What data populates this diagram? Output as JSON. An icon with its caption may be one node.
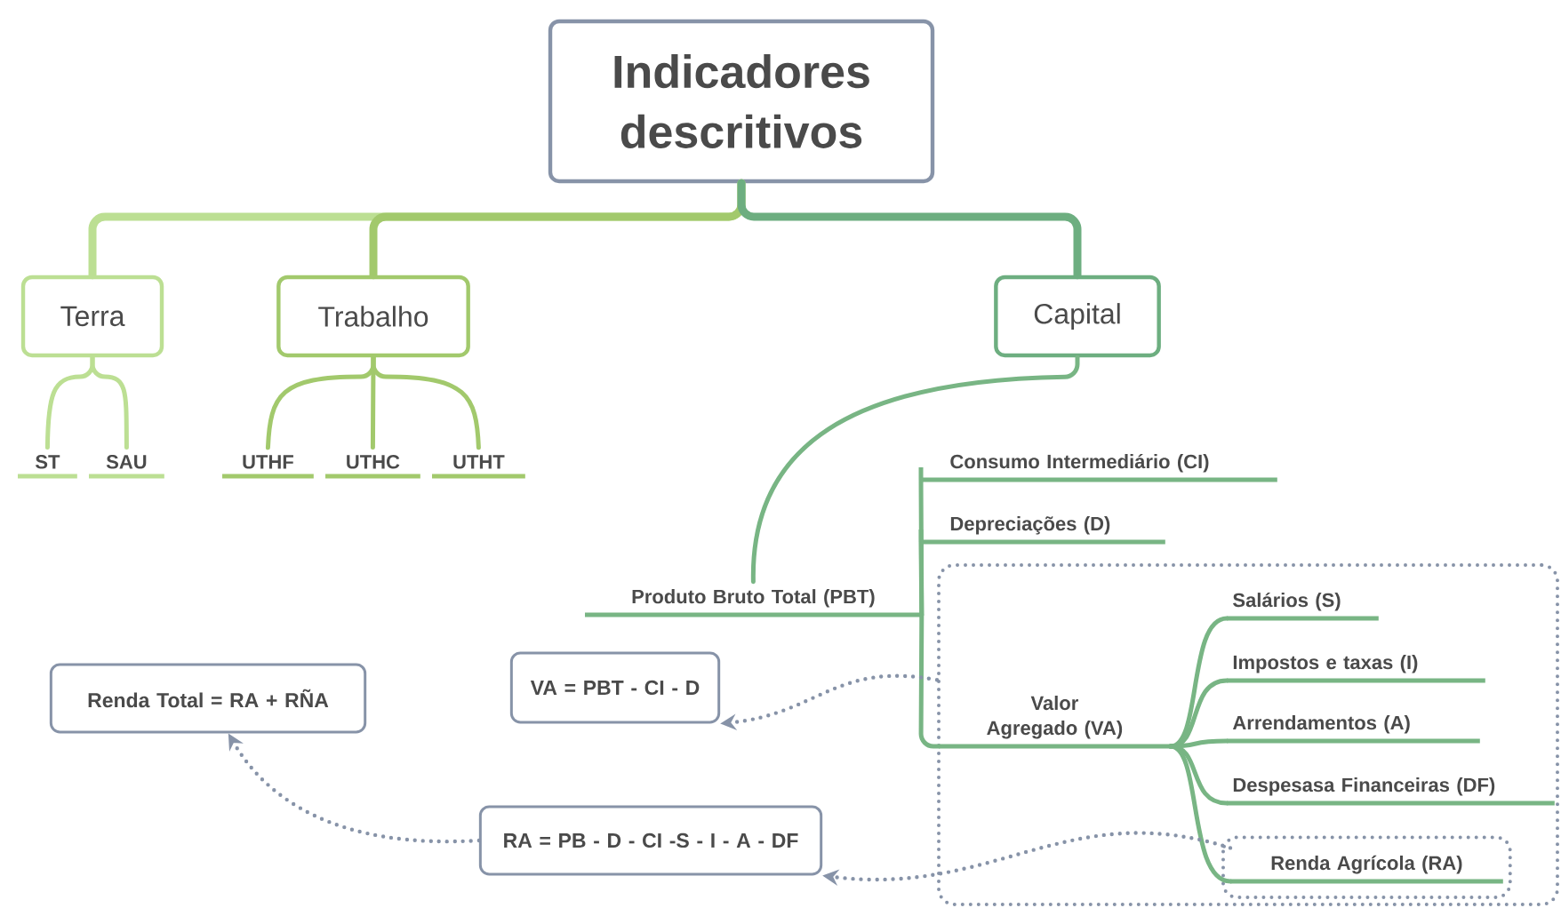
{
  "diagram": {
    "nodes": [
      {
        "text": [
          "Indicadores descritivos"
        ]
      },
      {
        "text": [
          "Terra"
        ]
      },
      {
        "text": [
          "Trabalho"
        ]
      },
      {
        "text": [
          "Capital"
        ]
      },
      {
        "text": [
          "ST"
        ]
      },
      {
        "text": [
          "SAU"
        ]
      },
      {
        "text": [
          "UTHF"
        ]
      },
      {
        "text": [
          "UTHC"
        ]
      },
      {
        "text": [
          "UTHT"
        ]
      },
      {
        "text": [
          "Produto Bruto Total (PBT)"
        ]
      },
      {
        "text": [
          "Consumo Intermediário (CI)"
        ]
      },
      {
        "text": [
          "Depreciações (D)"
        ]
      },
      {
        "text": [],
        "shape": "box"
      },
      {
        "text": [
          "Valor Agregado (VA)"
        ],
        "in": 12
      },
      {
        "text": [
          "Salários (S)"
        ],
        "in": 12
      },
      {
        "text": [
          "Impostos e taxas (I)"
        ],
        "in": 12
      },
      {
        "text": [
          "Arrendamentos (A)"
        ],
        "in": 12
      },
      {
        "text": [
          "Despesasa Financeiras (DF)"
        ],
        "in": 12
      },
      {
        "text": [
          "Renda Agrícola (RA)"
        ],
        "in": 12
      },
      {
        "text": [
          "VA = PBT - CI - D"
        ]
      },
      {
        "text": [
          "RA = PB - D - CI -S - I - A - DF"
        ]
      },
      {
        "text": [
          "Renda Total = RA + RÑA"
        ]
      }
    ],
    "edges": [
      {
        "from": 0,
        "to": 1,
        "arrow": "none",
        "style": "thick",
        "color": "#bcdf93"
      },
      {
        "from": 0,
        "to": 2,
        "arrow": "none",
        "style": "thick",
        "color": "#a2c96c"
      },
      {
        "from": 0,
        "to": 3,
        "arrow": "none",
        "style": "thick",
        "color": "#6dae80"
      },
      {
        "from": 1,
        "to": 4,
        "arrow": "none",
        "color": "#bcdf93"
      },
      {
        "from": 1,
        "to": 5,
        "arrow": "none",
        "color": "#bcdf93"
      },
      {
        "from": 2,
        "to": 6,
        "arrow": "none",
        "color": "#a2c96c"
      },
      {
        "from": 2,
        "to": 7,
        "arrow": "none",
        "color": "#a2c96c"
      },
      {
        "from": 2,
        "to": 8,
        "arrow": "none",
        "color": "#a2c96c"
      },
      {
        "from": 3,
        "to": 9,
        "arrow": "none"
      },
      {
        "from": 9,
        "to": 10,
        "arrow": "none"
      },
      {
        "from": 9,
        "to": 11,
        "arrow": "none"
      },
      {
        "from": 9,
        "to": 13,
        "arrow": "none"
      },
      {
        "from": 13,
        "to": 14,
        "arrow": "none"
      },
      {
        "from": 13,
        "to": 15,
        "arrow": "none"
      },
      {
        "from": 13,
        "to": 16,
        "arrow": "none"
      },
      {
        "from": 13,
        "to": 17,
        "arrow": "none"
      },
      {
        "from": 13,
        "to": 18,
        "arrow": "none"
      },
      {
        "from": 12,
        "to": 19,
        "arrow": "to",
        "style": "dashed",
        "color": "#8793a8"
      },
      {
        "from": 18,
        "to": 20,
        "arrow": "to",
        "style": "dashed",
        "color": "#8793a8"
      },
      {
        "from": 20,
        "to": 21,
        "arrow": "to",
        "style": "dashed",
        "color": "#8793a8"
      }
    ]
  }
}
